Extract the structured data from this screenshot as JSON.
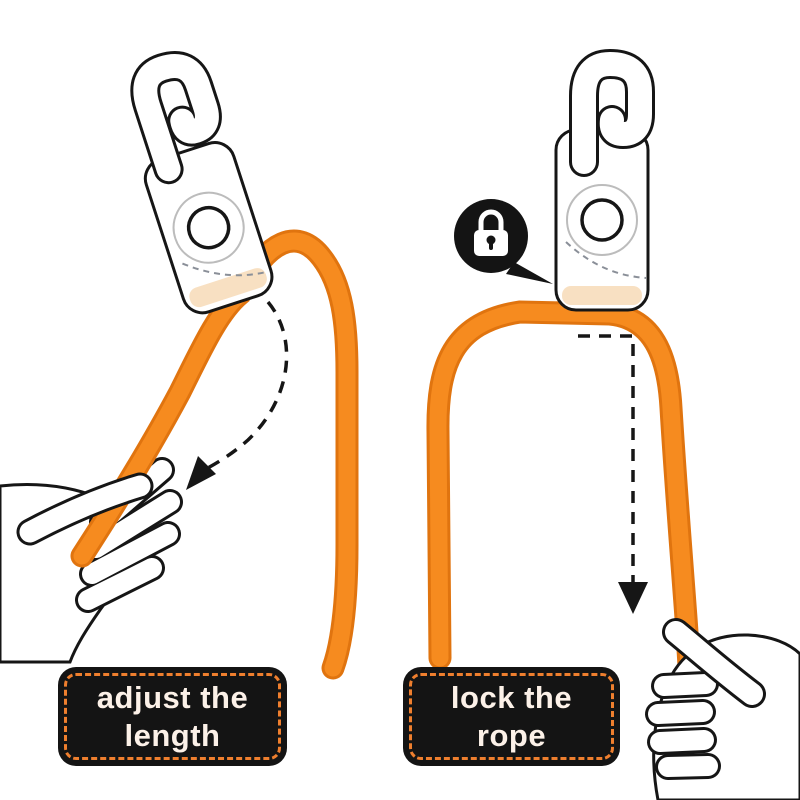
{
  "illustration": {
    "left_panel": {
      "caption": {
        "line1": "adjust the",
        "line2": "length"
      }
    },
    "right_panel": {
      "caption": {
        "line1": "lock the",
        "line2": "rope"
      }
    }
  },
  "colors": {
    "rope": "#f68b1f",
    "rope_edge": "#e0740f",
    "outline": "#161616",
    "shade": "#f8e0c2",
    "hidden_dash": "#8a8f98",
    "lock_badge": "#141414",
    "caption_bg": "#141414",
    "caption_text": "#fcf1e8",
    "caption_border": "#ef7f2e"
  }
}
